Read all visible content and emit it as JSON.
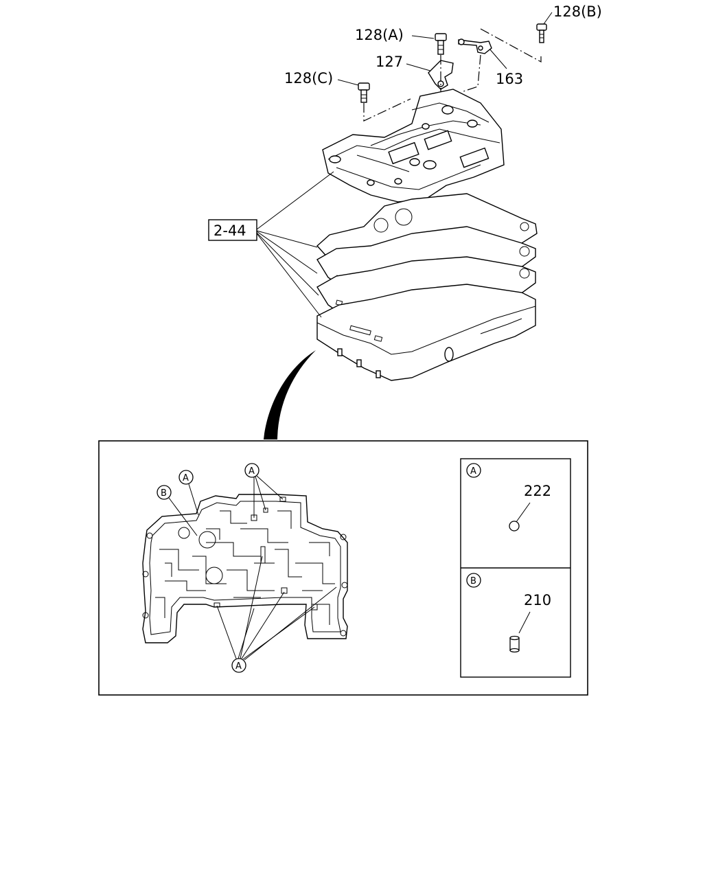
{
  "callouts": {
    "bolt_b": "128(B)",
    "bolt_a": "128(A)",
    "bracket": "127",
    "pipe": "163",
    "bolt_c": "128(C)",
    "group_ref": "2-44"
  },
  "detail": {
    "marker_a": "A",
    "marker_b": "B"
  },
  "legend": {
    "panel_a": {
      "marker": "A",
      "part_number": "222",
      "shape": "ball"
    },
    "panel_b": {
      "marker": "B",
      "part_number": "210",
      "shape": "pin"
    }
  }
}
